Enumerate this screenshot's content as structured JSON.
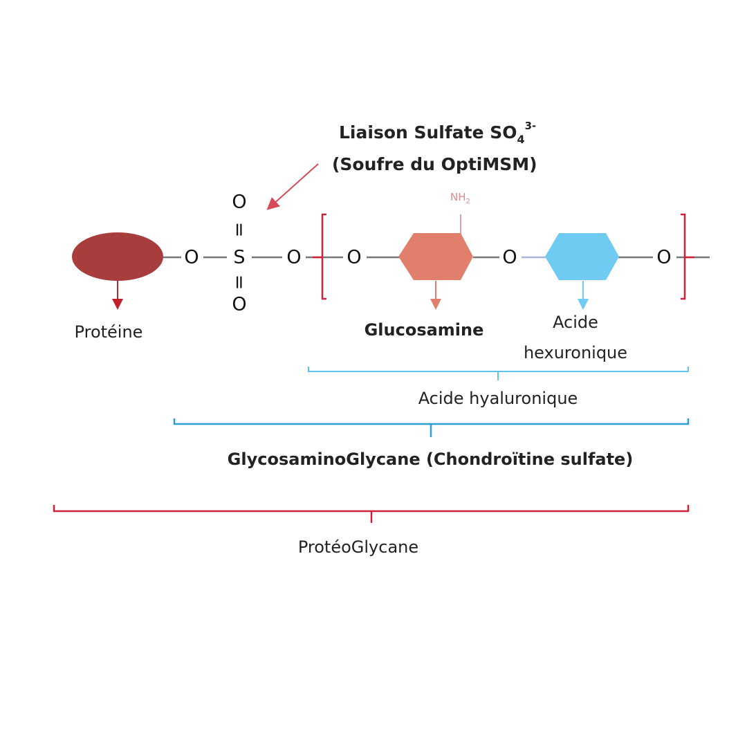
{
  "title": {
    "line1_main": "Liaison Sulfate SO",
    "line1_sub": "4",
    "line1_sup": "3-",
    "line2": "(Soufre du OptiMSM)"
  },
  "atoms": {
    "o1": "O",
    "s": "S",
    "o_top": "O",
    "o_bottom": "O",
    "eq_top": "=",
    "eq_bottom": "=",
    "o2": "O",
    "o3": "O",
    "o4": "O",
    "o5": "O"
  },
  "nh2": {
    "main": "NH",
    "sub": "2"
  },
  "labels": {
    "protein": "Protéine",
    "glucosamine": "Glucosamine",
    "hexuronic_1": "Acide",
    "hexuronic_2": "hexuronique",
    "hyaluronic": "Acide hyaluronique",
    "gag": "GlycosaminoGlycane (Chondroïtine sulfate)",
    "proteoglycan": "ProtéoGlycane"
  },
  "colors": {
    "protein": "#a83d3d",
    "glucosamine": "#e0806c",
    "hexuronic": "#70cbf2",
    "red_accent": "#d0213a",
    "light_blue": "#5cc6ee",
    "blue": "#2a9fd2"
  }
}
